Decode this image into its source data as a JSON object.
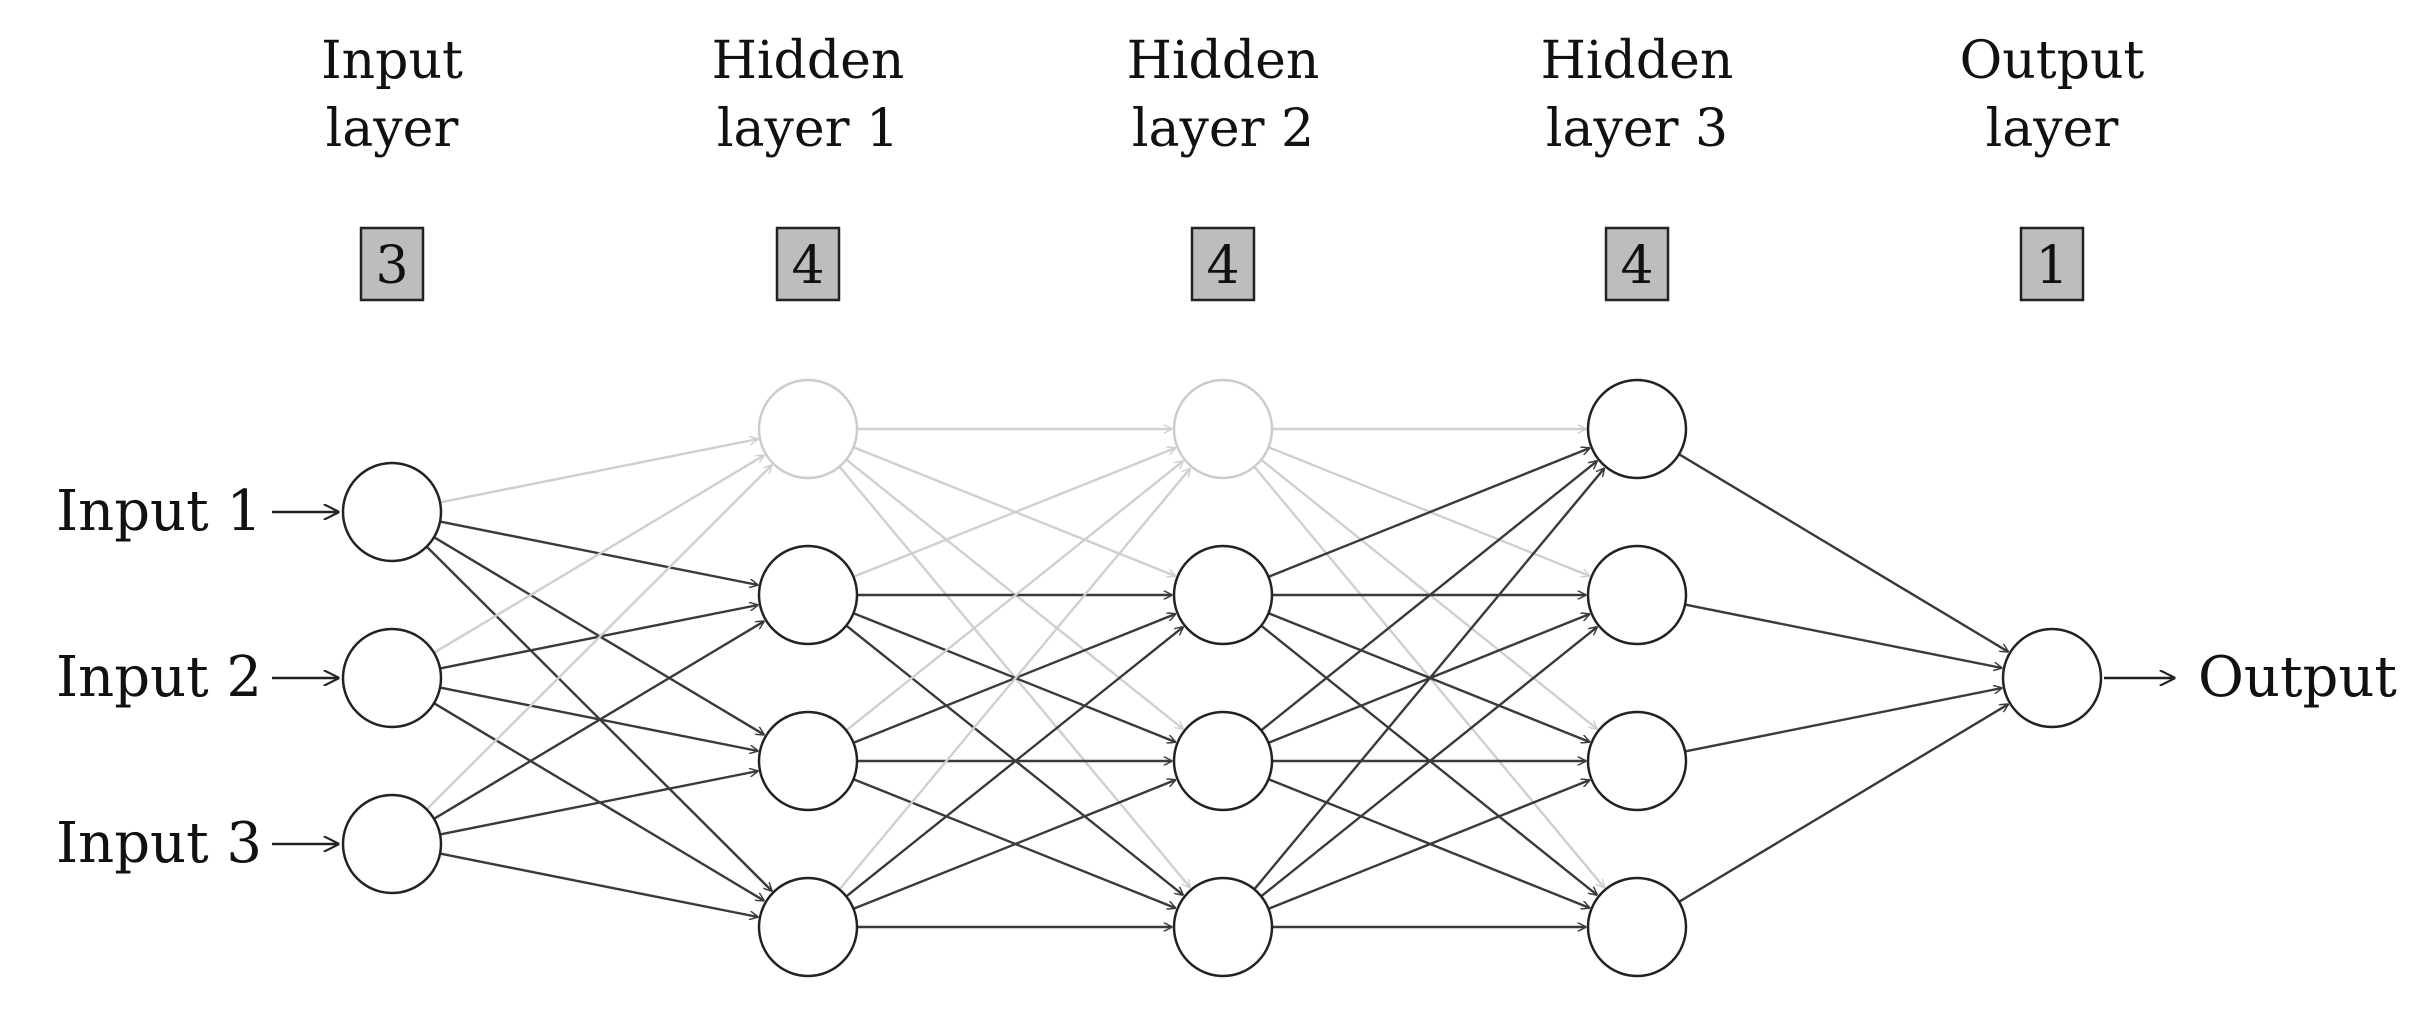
{
  "layers": [
    {
      "title_line1": "Input",
      "title_line2": "layer",
      "count": "3",
      "size": 3,
      "dimmed": []
    },
    {
      "title_line1": "Hidden",
      "title_line2": "layer 1",
      "count": "4",
      "size": 4,
      "dimmed": [
        0
      ]
    },
    {
      "title_line1": "Hidden",
      "title_line2": "layer 2",
      "count": "4",
      "size": 4,
      "dimmed": [
        0
      ]
    },
    {
      "title_line1": "Hidden",
      "title_line2": "layer 3",
      "count": "4",
      "size": 4,
      "dimmed": []
    },
    {
      "title_line1": "Output",
      "title_line2": "layer",
      "count": "1",
      "size": 1,
      "dimmed": []
    }
  ],
  "inputs": [
    "Input 1",
    "Input 2",
    "Input 3"
  ],
  "output": "Output",
  "colors": {
    "active_edge": "#3a3a3a",
    "dimmed_edge": "#cfcfcf",
    "count_box": "#bdbdbd",
    "neuron_stroke": "#222222",
    "dimmed_neuron_stroke": "#cccccc"
  }
}
